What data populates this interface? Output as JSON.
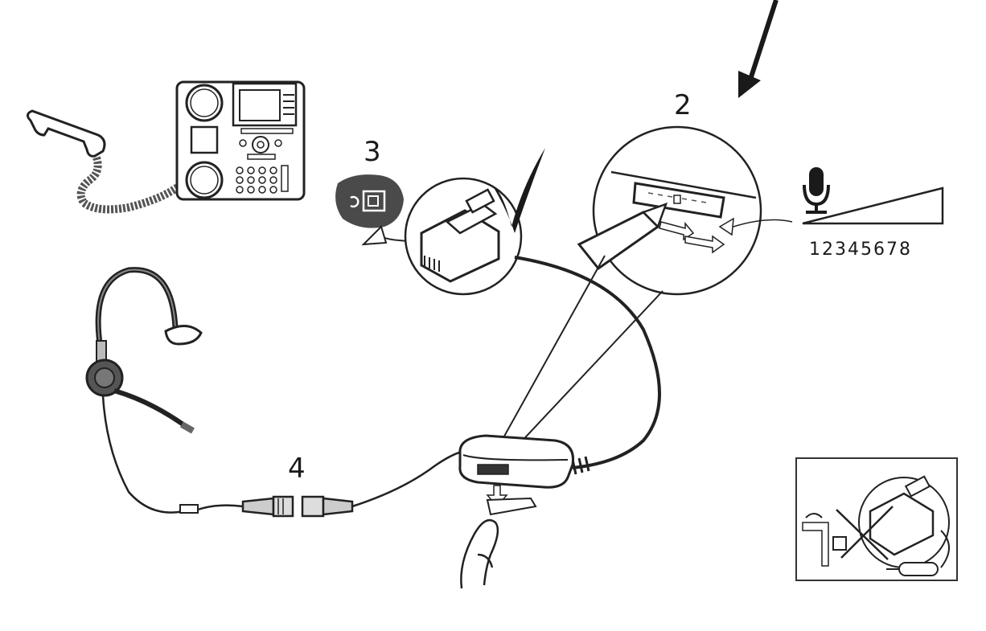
{
  "steps": {
    "step2": "2",
    "step3": "3",
    "step4": "4"
  },
  "mic_scale": {
    "numbers": "12345678"
  },
  "icons": {
    "phone": "desk-phone-icon",
    "headset": "headset-icon",
    "mic": "microphone-icon",
    "check": "checkmark-icon",
    "phone_port": "headset-port-icon"
  },
  "colors": {
    "ink": "#1a1a1a",
    "badge": "#4a4a4a",
    "wire": "#222222"
  }
}
